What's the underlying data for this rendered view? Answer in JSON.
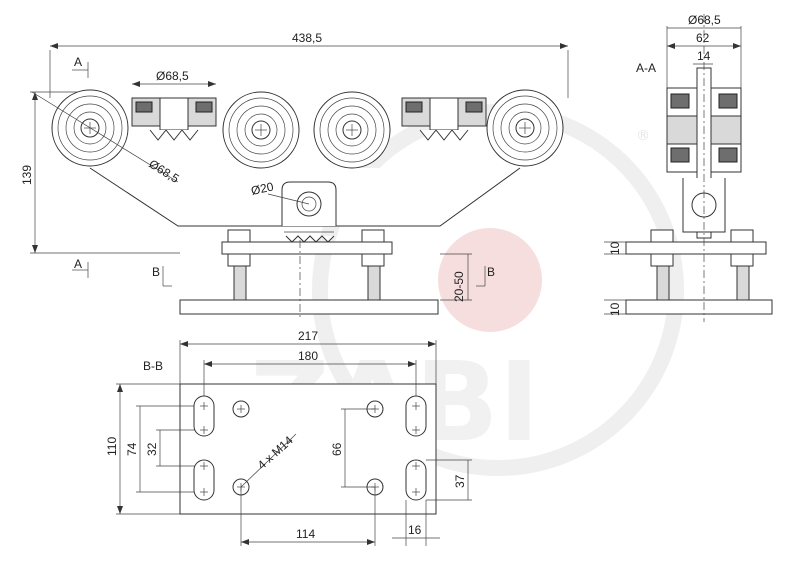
{
  "views": {
    "section_aa": "A-A",
    "section_bb": "B-B",
    "cut_a_top": "A",
    "cut_a_bottom": "A",
    "cut_b_left": "B",
    "cut_b_right": "B"
  },
  "front_view": {
    "overall_length": "438,5",
    "height": "139",
    "wheel_diameter_top": "Ø68,5",
    "wheel_diameter_diag": "Ø68,5",
    "bracket_bore": "Ø20",
    "adjust_range": "20-50"
  },
  "side_view": {
    "diameter": "Ø68,5",
    "width": "62",
    "plate_width": "14",
    "plate_thickness_top": "10",
    "plate_thickness_bottom": "10"
  },
  "base_plate": {
    "length": "217",
    "hole_spacing_long": "180",
    "width": "110",
    "slot_span": "74",
    "slot_spacing": "32",
    "stud_spacing": "66",
    "thread_note": "4 x M14",
    "stud_distance": "114",
    "slot_width": "16",
    "slot_length": "37"
  },
  "watermark": {
    "brand": "ZABI",
    "registered": "®"
  },
  "colors": {
    "line": "#333333",
    "fill_shade": "#d9d9d9",
    "watermark_red": "#f7d8d8",
    "watermark_gray": "#f1f1f1"
  }
}
